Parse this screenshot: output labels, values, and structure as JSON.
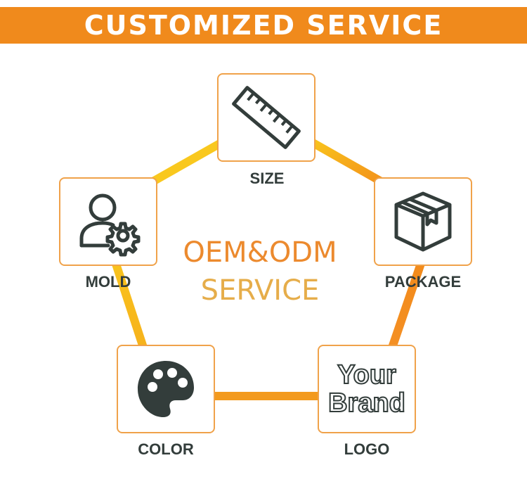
{
  "banner": {
    "title": "CUSTOMIZED SERVICE"
  },
  "center": {
    "line1": "OEM&ODM",
    "line2": "SERVICE"
  },
  "items": {
    "size": {
      "label": "SIZE",
      "icon": "ruler-icon"
    },
    "package": {
      "label": "PACKAGE",
      "icon": "box-icon"
    },
    "logo": {
      "label": "LOGO",
      "icon": "brand-logo-icon",
      "brand_line1": "Your",
      "brand_line2": "Brand"
    },
    "color": {
      "label": "COLOR",
      "icon": "palette-icon"
    },
    "mold": {
      "label": "MOLD",
      "icon": "user-gear-icon"
    }
  },
  "colors": {
    "banner": "#f08a1c",
    "orange": "#f28a1a",
    "yellow": "#f8c21c",
    "icon": "#333d3b"
  }
}
